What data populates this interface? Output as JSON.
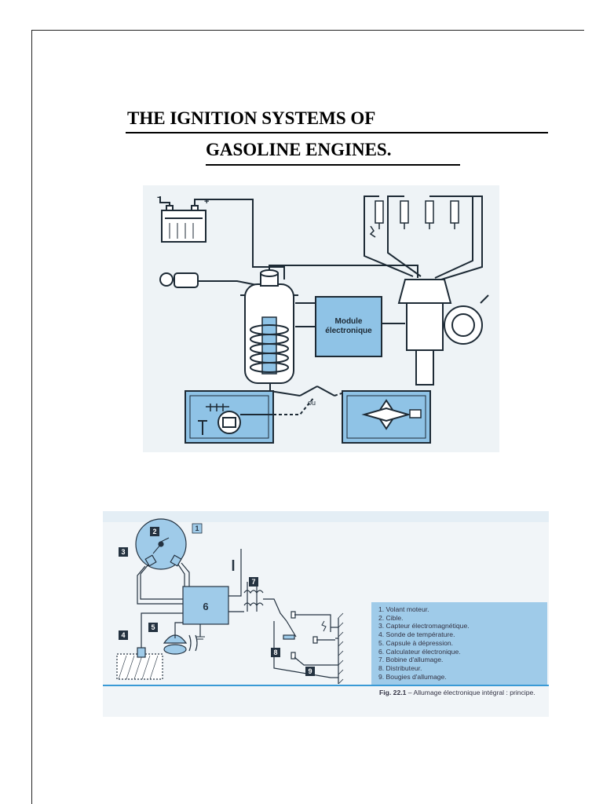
{
  "document": {
    "title_line1": "THE IGNITION SYSTEMS OF",
    "title_line2": "GASOLINE ENGINES."
  },
  "figure1": {
    "module_label_line1": "Module",
    "module_label_line2": "électronique",
    "ou_label": "ou",
    "battery_plus": "+",
    "battery_minus": "-",
    "colors": {
      "blue": "#8fc3e6",
      "paper": "#eef3f6",
      "line": "#1d2a35"
    }
  },
  "figure2": {
    "callouts": [
      "1",
      "2",
      "3",
      "4",
      "5",
      "6",
      "7",
      "8",
      "9"
    ],
    "legend": [
      "1. Volant moteur.",
      "2. Cible.",
      "3. Capteur électromagnétique.",
      "4. Sonde de température.",
      "5. Capsule à dépression.",
      "6. Calculateur électronique.",
      "7. Bobine d'allumage.",
      "8. Distributeur.",
      "9. Bougies d'allumage."
    ],
    "caption_fig": "Fig. 22.1",
    "caption_text": " – Allumage électronique intégral : principe.",
    "colors": {
      "blue": "#9fcbe9",
      "rule": "#3a9ad6",
      "paper": "#f1f5f8"
    }
  }
}
